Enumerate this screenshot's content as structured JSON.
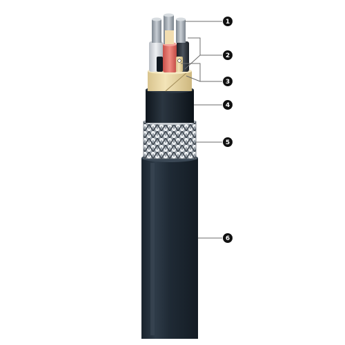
{
  "callouts": [
    {
      "number": "1"
    },
    {
      "number": "2"
    },
    {
      "number": "3"
    },
    {
      "number": "4"
    },
    {
      "number": "5"
    },
    {
      "number": "6"
    }
  ],
  "colors": {
    "jacket": "#1f2a35",
    "jacket_highlight": "#4a5866",
    "inner_sheath": "#121a22",
    "taping": "#e9d6a4",
    "braid_dark": "#555d66",
    "braid_light": "#e6e9ec",
    "conductor": "#9aa3ab",
    "insulation_red": "#e06a62",
    "insulation_light": "#d8dbe0",
    "insulation_dark": "#2a2f36",
    "filler": "#e9d6a4",
    "leader_line": "#6b6b6b",
    "callout_fill": "#111111"
  }
}
